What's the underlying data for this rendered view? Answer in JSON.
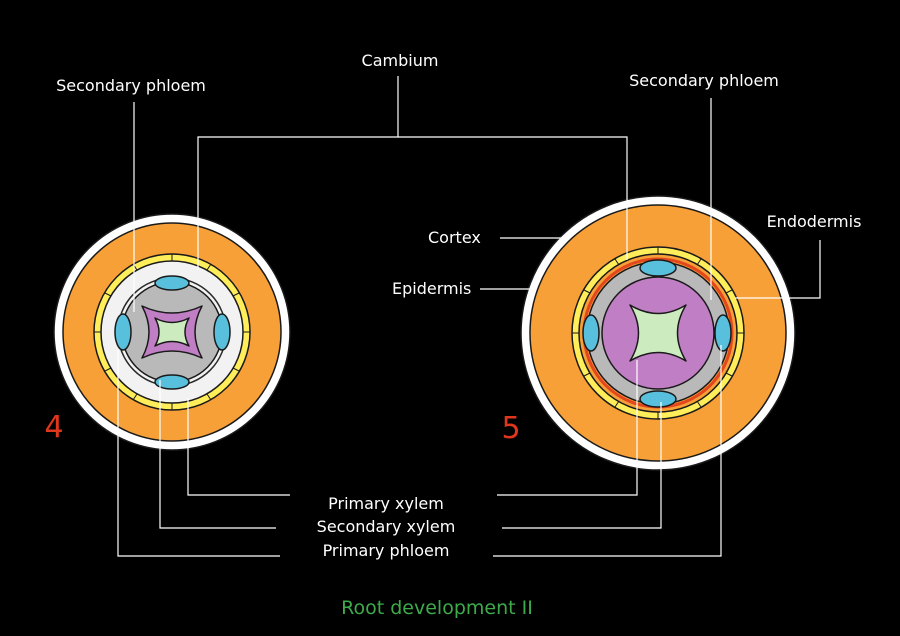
{
  "labels": {
    "cambium": "Cambium",
    "secondary_phloem_left": "Secondary phloem",
    "secondary_phloem_right": "Secondary phloem",
    "cortex": "Cortex",
    "epidermis": "Epidermis",
    "endodermis": "Endodermis",
    "primary_xylem": "Primary xylem",
    "secondary_xylem": "Secondary xylem",
    "primary_phloem": "Primary phloem"
  },
  "stages": {
    "left": "4",
    "right": "5"
  },
  "caption": "Root development II",
  "colors": {
    "background": "#000000",
    "epidermis": "#ffffff",
    "cortex": "#f7a037",
    "endodermis": "#ffee5a",
    "cambium_band": "#f2f2f2",
    "secondary_xylem": "#b9b9b9",
    "primary_xylem_outer": "#c07ec4",
    "primary_xylem_core": "#ccecc0",
    "primary_phloem": "#58c0dc",
    "cambium_ring": "#e2471e",
    "stage_number": "#e0361c",
    "caption": "#3dab4b"
  }
}
